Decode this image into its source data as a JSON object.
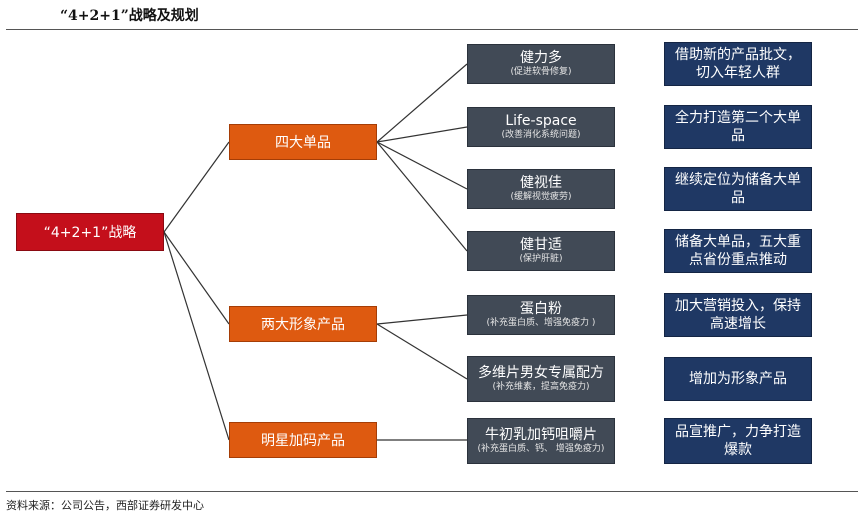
{
  "title": "“4+2+1”战略及规划",
  "root": {
    "label": "“4+2+1”战略"
  },
  "groups": [
    {
      "label": "四大单品"
    },
    {
      "label": "两大形象产品"
    },
    {
      "label": "明星加码产品"
    }
  ],
  "products": [
    {
      "name": "健力多",
      "desc": "(促进软骨修复)",
      "strategy": "借助新的产品批文，切入年轻人群"
    },
    {
      "name": "Life-space",
      "desc": "(改善消化系统问题)",
      "strategy": "全力打造第二个大单品"
    },
    {
      "name": "健视佳",
      "desc": "(缓解视觉疲劳)",
      "strategy": "继续定位为储备大单品"
    },
    {
      "name": "健甘适",
      "desc": "(保护肝脏)",
      "strategy": "储备大单品，五大重点省份重点推动"
    },
    {
      "name": "蛋白粉",
      "desc": "(补充蛋白质、增强免疫力 )",
      "strategy": "加大营销投入，保持高速增长"
    },
    {
      "name": "多维片男女专属配方",
      "desc": "(补充维素，提高免疫力)",
      "strategy": "增加为形象产品"
    },
    {
      "name": "牛初乳加钙咀嚼片",
      "desc": "(补充蛋白质、钙、 增强免疫力)",
      "strategy": "品宣推广，力争打造爆款"
    }
  ],
  "source": "资料来源：公司公告，西部证券研发中心"
}
